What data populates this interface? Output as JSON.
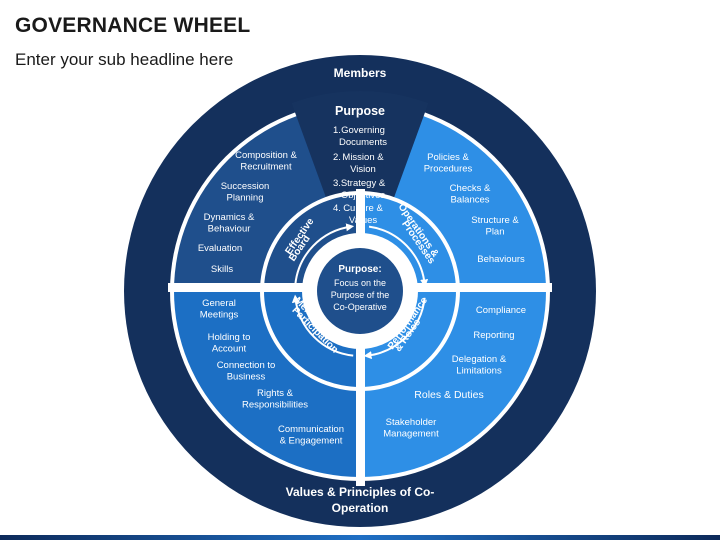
{
  "header": {
    "title": "GOVERNANCE WHEEL",
    "subtitle": "Enter your sub headline here"
  },
  "wheel": {
    "outer_top_label": "Members",
    "outer_bottom_label": [
      "Values & Principles of Co-",
      "Operation"
    ],
    "center": {
      "title": "Purpose:",
      "lines": [
        "Focus on the",
        "Purpose of the",
        "Co-Operative"
      ]
    },
    "purpose_wedge": {
      "title": "Purpose",
      "items": [
        {
          "num": "1.",
          "lines": [
            "Governing",
            "Documents"
          ]
        },
        {
          "num": "2.",
          "lines": [
            "Mission &",
            "Vision"
          ]
        },
        {
          "num": "3.",
          "lines": [
            "Strategy &",
            "Objectives"
          ]
        },
        {
          "num": "4.",
          "lines": [
            "Culture &",
            "Values"
          ]
        }
      ]
    },
    "ring_labels": {
      "effective_board": [
        "Effective",
        "Board"
      ],
      "operations": [
        "Operations &",
        "Processes"
      ],
      "performance": [
        "Performance",
        "& Roles"
      ],
      "members": [
        "Members &",
        "Participation"
      ]
    },
    "quadrants": {
      "top_left": [
        [
          "Composition &",
          "Recruitment"
        ],
        [
          "Succession",
          "Planning"
        ],
        [
          "Dynamics &",
          "Behaviour"
        ],
        [
          "Evaluation"
        ],
        [
          "Skills"
        ]
      ],
      "top_right": [
        [
          "Policies &",
          "Procedures"
        ],
        [
          "Checks &",
          "Balances"
        ],
        [
          "Structure &",
          "Plan"
        ],
        [
          "Behaviours"
        ]
      ],
      "bottom_left": [
        [
          "General",
          "Meetings"
        ],
        [
          "Holding to",
          "Account"
        ],
        [
          "Connection to",
          "Business"
        ],
        [
          "Rights &",
          "Responsibilities"
        ],
        [
          "Communication",
          "& Engagement"
        ]
      ],
      "bottom_right": [
        [
          "Compliance"
        ],
        [
          "Reporting"
        ],
        [
          "Delegation &",
          "Limitations"
        ],
        [
          "Roles & Duties"
        ],
        [
          "Stakeholder",
          "Management"
        ]
      ]
    },
    "colors": {
      "navy": "#14305c",
      "dark_blue": "#1f4f8c",
      "mid_blue": "#1c6fc4",
      "light_blue": "#2e8fe6",
      "purpose_wedge": "#16335f",
      "center": "#1f4f8c"
    }
  }
}
